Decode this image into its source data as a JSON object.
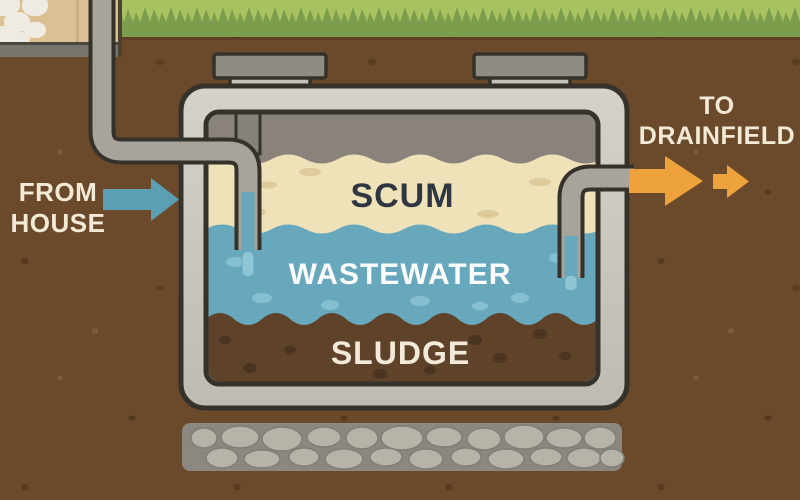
{
  "diagram": {
    "title": "Septic tank cross-section",
    "type": "illustrated-cutaway-diagram"
  },
  "labels": {
    "from_house_line1": "FROM",
    "from_house_line2": "HOUSE",
    "to_drainfield_line1": "TO",
    "to_drainfield_line2": "DRAINFIELD"
  },
  "tank": {
    "layers": [
      {
        "label": "SCUM",
        "color": "#F0E2B8"
      },
      {
        "label": "WASTEWATER",
        "color": "#68A8BD"
      },
      {
        "label": "SLUDGE",
        "color": "#5E4229"
      }
    ],
    "features": [
      "inlet baffle",
      "outlet baffle",
      "two inspection risers",
      "gravel bed below tank"
    ]
  },
  "icons": {
    "inflow_arrow": "blue right-arrow",
    "outflow_arrow_large": "orange right-arrow",
    "outflow_arrow_small": "orange right-arrow"
  },
  "colors": {
    "soil": "#6A4A2B",
    "grass": "#A8C161",
    "grass_blades": "#7C9D4B",
    "tank_shell": "#CBC7BF",
    "tank_outline": "#35322B",
    "headspace": "#8A837C",
    "scum": "#F0E2B8",
    "wastewater": "#68A8BD",
    "sludge": "#5E4229",
    "pipe": "#A8A49C",
    "inflow_arrow": "#5C9EB4",
    "outflow_arrow": "#EDA23C",
    "label_text": "#F2E9D6",
    "scum_text": "#2E3641"
  }
}
